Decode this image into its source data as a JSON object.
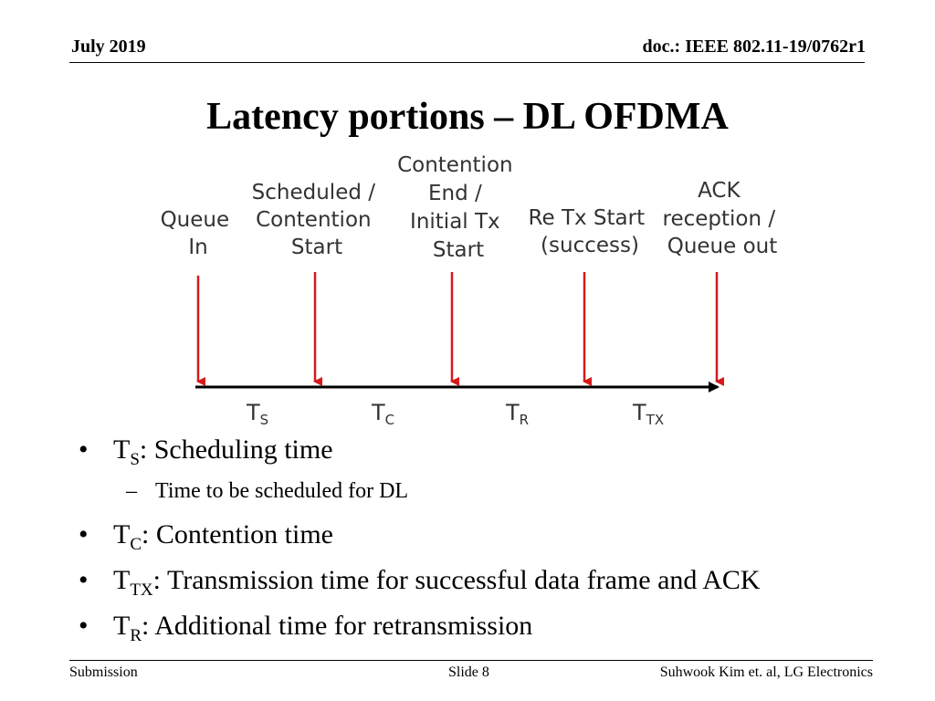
{
  "header": {
    "date": "July 2019",
    "doc": "doc.: IEEE 802.11-19/0762r1"
  },
  "title": "Latency portions – DL OFDMA",
  "diagram": {
    "events": [
      {
        "lines": [
          "Queue",
          "In"
        ]
      },
      {
        "lines": [
          "Scheduled /",
          "Contention",
          "Start"
        ]
      },
      {
        "lines": [
          "Contention",
          "End /",
          "Initial Tx",
          "Start"
        ]
      },
      {
        "lines": [
          "Re Tx Start",
          "(success)"
        ]
      },
      {
        "lines": [
          "ACK",
          "reception /",
          "Queue out"
        ]
      }
    ],
    "intervals": [
      {
        "main": "T",
        "sub": "S"
      },
      {
        "main": "T",
        "sub": "C"
      },
      {
        "main": "T",
        "sub": "R"
      },
      {
        "main": "T",
        "sub": "TX"
      }
    ],
    "colors": {
      "arrow": "#d7191c",
      "axis": "#000000"
    }
  },
  "bullets": {
    "ts": {
      "main": "T",
      "sub": "S",
      "text": ": Scheduling time"
    },
    "ts_detail": "Time to be scheduled for DL",
    "tc": {
      "main": "T",
      "sub": "C",
      "text": ": Contention time"
    },
    "ttx": {
      "main": "T",
      "sub": "TX",
      "text": ": Transmission time for successful data frame and ACK"
    },
    "tr": {
      "main": "T",
      "sub": "R",
      "text": ": Additional time for retransmission"
    },
    "bullet_char": "•",
    "dash_char": "–"
  },
  "footer": {
    "left": "Submission",
    "center": "Slide 8",
    "right": "Suhwook Kim et. al, LG Electronics"
  }
}
